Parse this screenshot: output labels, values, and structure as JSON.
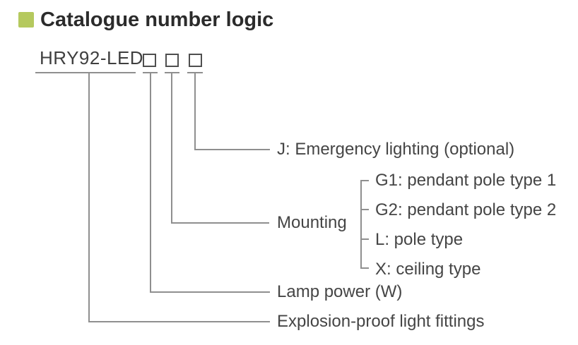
{
  "header": {
    "bullet_icon": "green-square",
    "title": "Catalogue number logic"
  },
  "catalogue_code": {
    "prefix": "HRY92-LED",
    "placeholder_box_count": 3
  },
  "legend": {
    "emergency": {
      "label": "J: Emergency lighting (optional)"
    },
    "mounting": {
      "label": "Mounting",
      "options": [
        {
          "label": "G1: pendant pole type 1"
        },
        {
          "label": "G2: pendant pole type 2"
        },
        {
          "label": "L: pole type"
        },
        {
          "label": "X: ceiling type"
        }
      ]
    },
    "lamp_power": {
      "label": "Lamp power (W)"
    },
    "product": {
      "label": "Explosion-proof light fittings"
    }
  },
  "colors": {
    "accent_bullet": "#b5c95e",
    "title_text": "#2b2b2b",
    "diagram_text": "#454545",
    "connector_line": "#8f8f8f",
    "box_border": "#4f4f4f",
    "background": "#ffffff"
  }
}
